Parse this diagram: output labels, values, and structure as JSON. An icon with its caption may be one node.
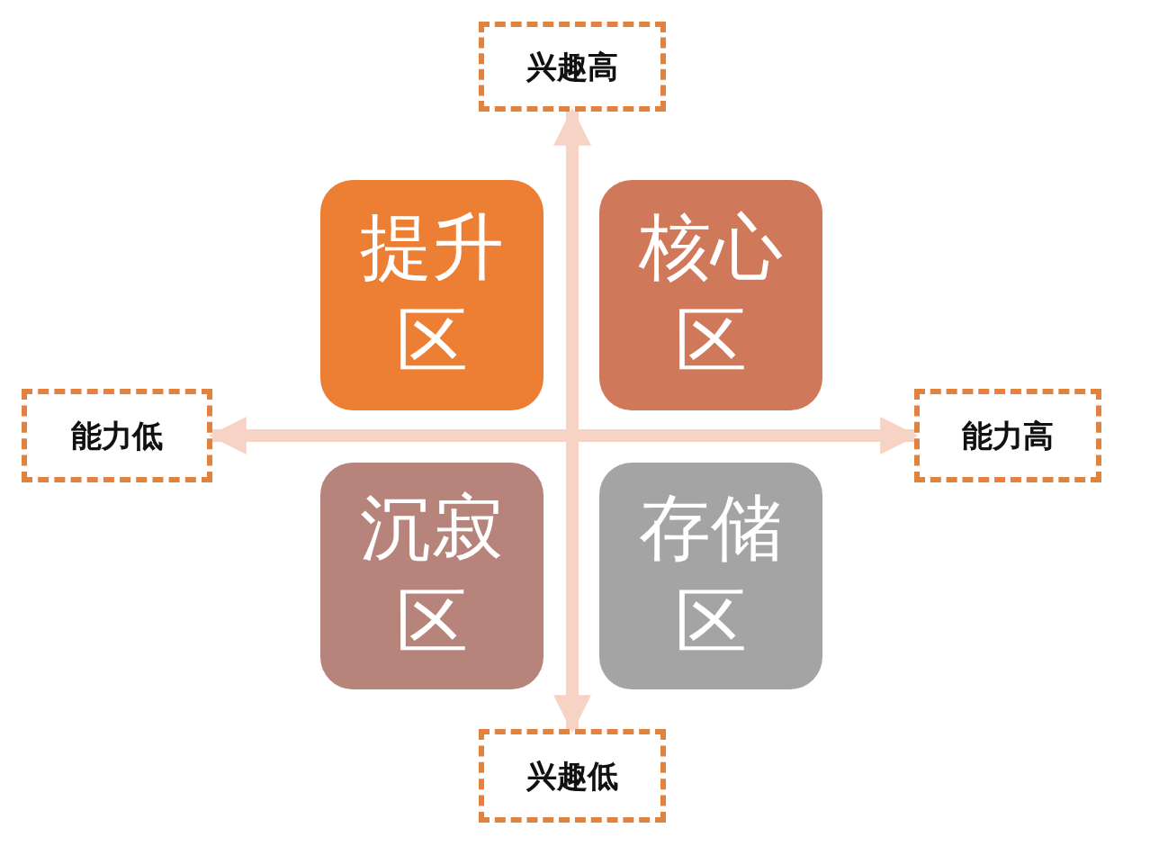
{
  "diagram": {
    "nodes": [
      {
        "text": [
          "兴趣高"
        ]
      },
      {
        "text": [
          "提升区"
        ]
      },
      {
        "text": [
          "核心区"
        ]
      },
      {
        "text": [
          "能力低"
        ]
      },
      {
        "text": [
          "能力高"
        ]
      },
      {
        "text": [
          "沉寂区"
        ]
      },
      {
        "text": [
          "存储区"
        ]
      },
      {
        "text": [
          "兴趣低"
        ]
      }
    ],
    "edges": [
      {
        "from": 0,
        "to": 7,
        "arrow": "both"
      },
      {
        "from": 3,
        "to": 4,
        "arrow": "both"
      }
    ]
  }
}
